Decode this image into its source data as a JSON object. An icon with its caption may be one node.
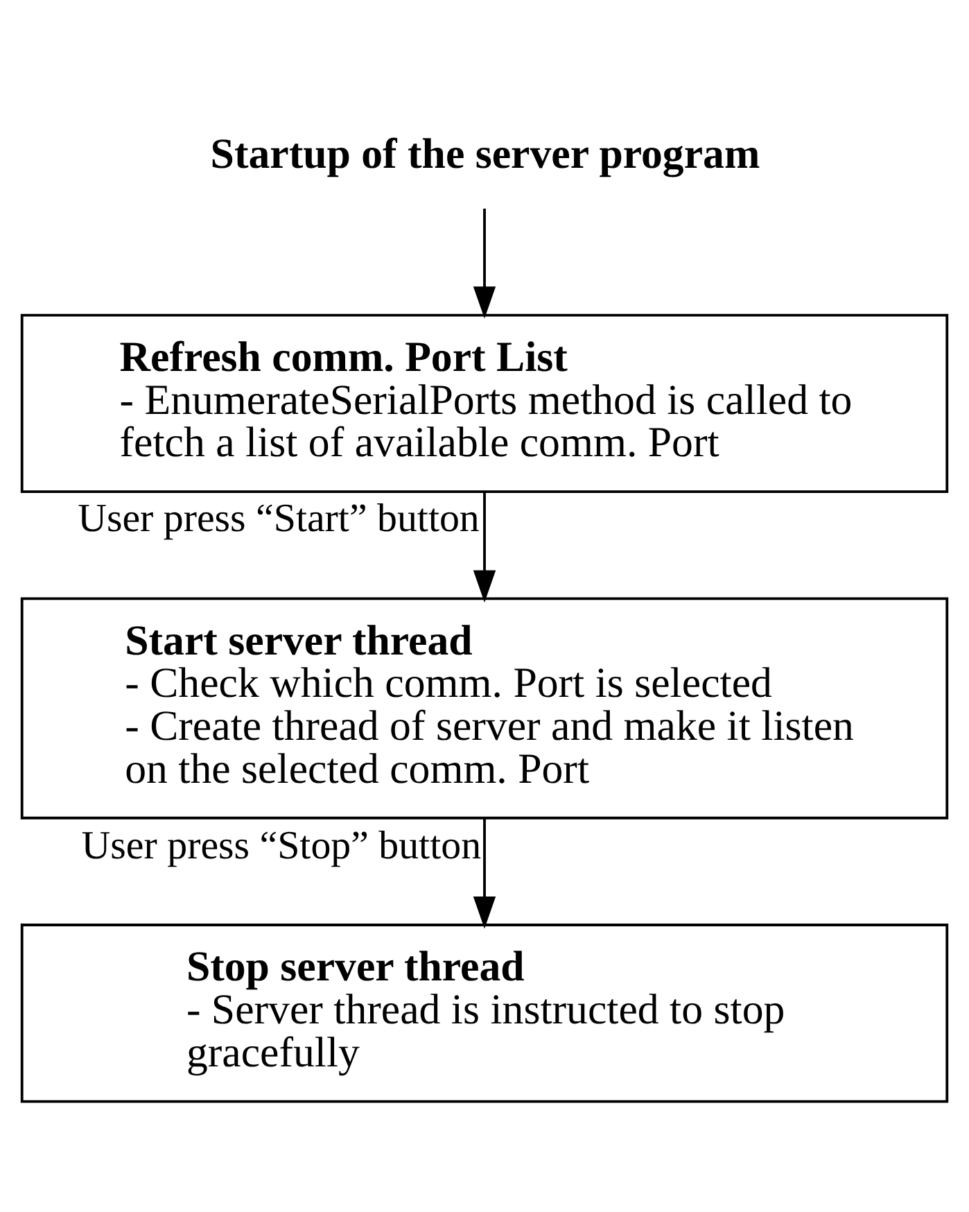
{
  "diagram": {
    "nodes": [
      {
        "text": [
          "Startup of the server program"
        ]
      },
      {
        "text": [
          "Refresh comm. Port List",
          "- EnumerateSerialPorts method is called to fetch a list of available comm. Port"
        ]
      },
      {
        "text": [
          "Start server thread",
          "- Check which comm. Port is selected",
          "- Create thread of server and make it listen on the selected comm. Port"
        ]
      },
      {
        "text": [
          "Stop server thread",
          "- Server thread is instructed to stop gracefully"
        ]
      }
    ],
    "edges": [
      {
        "from": 0,
        "to": 1,
        "arrow": "to"
      },
      {
        "from": 1,
        "to": 2,
        "arrow": "to",
        "label": "User press “Start” button"
      },
      {
        "from": 2,
        "to": 3,
        "arrow": "to",
        "label": "User press “Stop” button"
      }
    ]
  }
}
